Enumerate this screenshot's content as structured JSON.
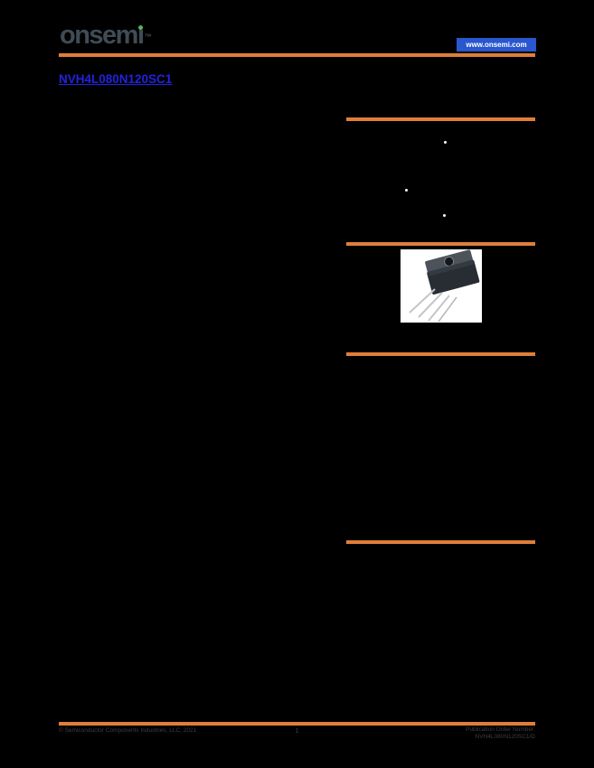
{
  "header": {
    "logo_text_left": "onsem",
    "logo_text_i": "ı",
    "trademark": "™",
    "site_link": "www.onsemi.com"
  },
  "document": {
    "part_number": "NVH4L080N120SC1"
  },
  "package": {
    "label": "TO-247-4L package photo"
  },
  "colors": {
    "accent_orange": "#e07e39",
    "link_blue": "#2222de",
    "link_box_blue": "#2857ce",
    "logo_gray": "#404c55",
    "page_background": "#000000"
  },
  "footer": {
    "copyright": "© Semiconductor Components Industries, LLC, 2021",
    "page_number": "1",
    "publication_label": "Publication Order Number:",
    "publication_number": "NVH4L080N120SC1/D"
  }
}
